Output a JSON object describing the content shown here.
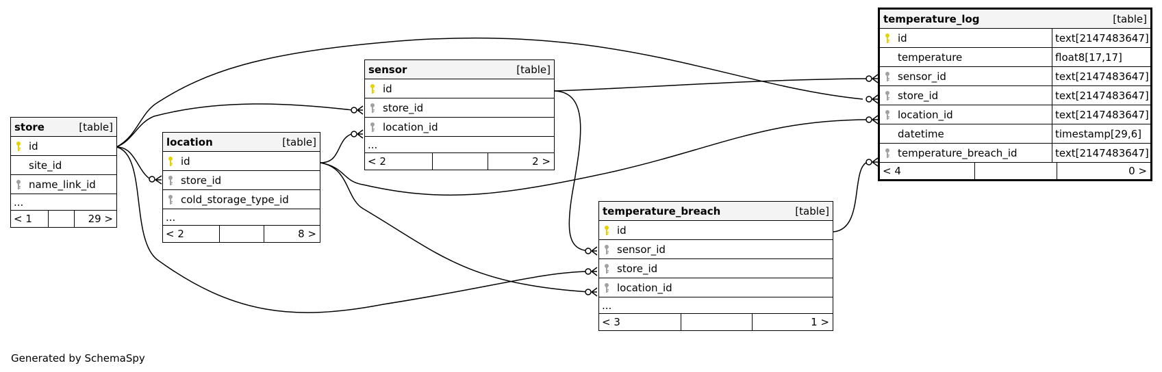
{
  "generated_by": "Generated by SchemaSpy",
  "colors": {
    "primary_key": "#e6d200",
    "foreign_key": "#a0a0a0",
    "header_bg": "#f4f4f4"
  },
  "tables": {
    "store": {
      "name": "store",
      "kind": "[table]",
      "columns": [
        {
          "name": "id",
          "key": "pk-key-icon"
        },
        {
          "name": "site_id",
          "key": ""
        },
        {
          "name": "name_link_id",
          "key": "fk-key-icon"
        }
      ],
      "more": "...",
      "parents": "< 1",
      "children": "29 >"
    },
    "location": {
      "name": "location",
      "kind": "[table]",
      "columns": [
        {
          "name": "id",
          "key": "pk-key-icon"
        },
        {
          "name": "store_id",
          "key": "fk-key-icon"
        },
        {
          "name": "cold_storage_type_id",
          "key": "fk-key-icon"
        }
      ],
      "more": "...",
      "parents": "< 2",
      "children": "8 >"
    },
    "sensor": {
      "name": "sensor",
      "kind": "[table]",
      "columns": [
        {
          "name": "id",
          "key": "pk-key-icon"
        },
        {
          "name": "store_id",
          "key": "fk-key-icon"
        },
        {
          "name": "location_id",
          "key": "fk-key-icon"
        }
      ],
      "more": "...",
      "parents": "< 2",
      "children": "2 >"
    },
    "temperature_breach": {
      "name": "temperature_breach",
      "kind": "[table]",
      "columns": [
        {
          "name": "id",
          "key": "pk-key-icon"
        },
        {
          "name": "sensor_id",
          "key": "fk-key-icon"
        },
        {
          "name": "store_id",
          "key": "fk-key-icon"
        },
        {
          "name": "location_id",
          "key": "fk-key-icon"
        }
      ],
      "more": "...",
      "parents": "< 3",
      "children": "1 >"
    },
    "temperature_log": {
      "name": "temperature_log",
      "kind": "[table]",
      "columns": [
        {
          "name": "id",
          "type": "text[2147483647]",
          "key": "pk-key-icon"
        },
        {
          "name": "temperature",
          "type": "float8[17,17]",
          "key": ""
        },
        {
          "name": "sensor_id",
          "type": "text[2147483647]",
          "key": "fk-key-icon"
        },
        {
          "name": "store_id",
          "type": "text[2147483647]",
          "key": "fk-key-icon"
        },
        {
          "name": "location_id",
          "type": "text[2147483647]",
          "key": "fk-key-icon"
        },
        {
          "name": "datetime",
          "type": "timestamp[29,6]",
          "key": ""
        },
        {
          "name": "temperature_breach_id",
          "type": "text[2147483647]",
          "key": "fk-key-icon"
        }
      ],
      "parents": "< 4",
      "children": "0 >"
    }
  }
}
